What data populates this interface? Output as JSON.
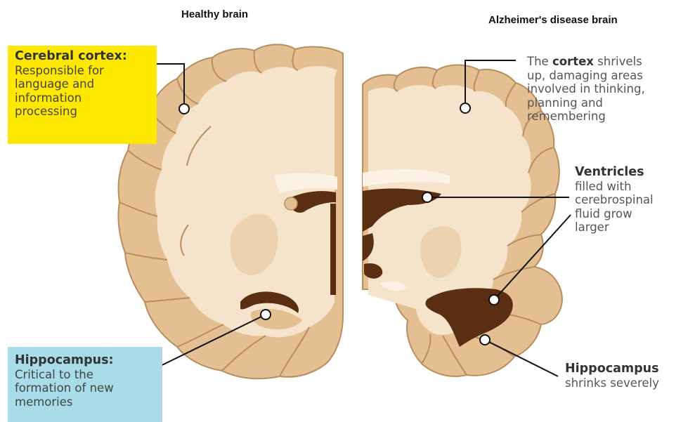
{
  "headers": {
    "healthy": "Healthy brain",
    "alzheimers": "Alzheimer's disease brain"
  },
  "cortex_box": {
    "title": "Cerebral cortex:",
    "lines": [
      "Responsible for",
      "language and",
      "information",
      "processing"
    ],
    "color": "#FFE800"
  },
  "hippocampus_box": {
    "title": "Hippocampus:",
    "lines": [
      "Critical to the",
      "formation of new",
      "memories"
    ],
    "color": "#A7DCE8"
  },
  "cortex_note": {
    "prefix": "The ",
    "bold": "cortex",
    "suffix": " shrivels",
    "lines": [
      "up, damaging areas",
      "involved in thinking,",
      "planning and",
      "remembering"
    ]
  },
  "ventricles_note": {
    "title": "Ventricles",
    "lines": [
      "filled with",
      "cerebrospinal",
      "fluid grow",
      "larger"
    ]
  },
  "hippocampus_note": {
    "title": "Hippocampus",
    "line": "shrinks severely"
  },
  "colors": {
    "tissue_outer": "#E3BF92",
    "tissue_inner": "#F6E3CC",
    "outline": "#B88E5E",
    "ventricle": "#5A2E12",
    "leader": "#111111"
  }
}
